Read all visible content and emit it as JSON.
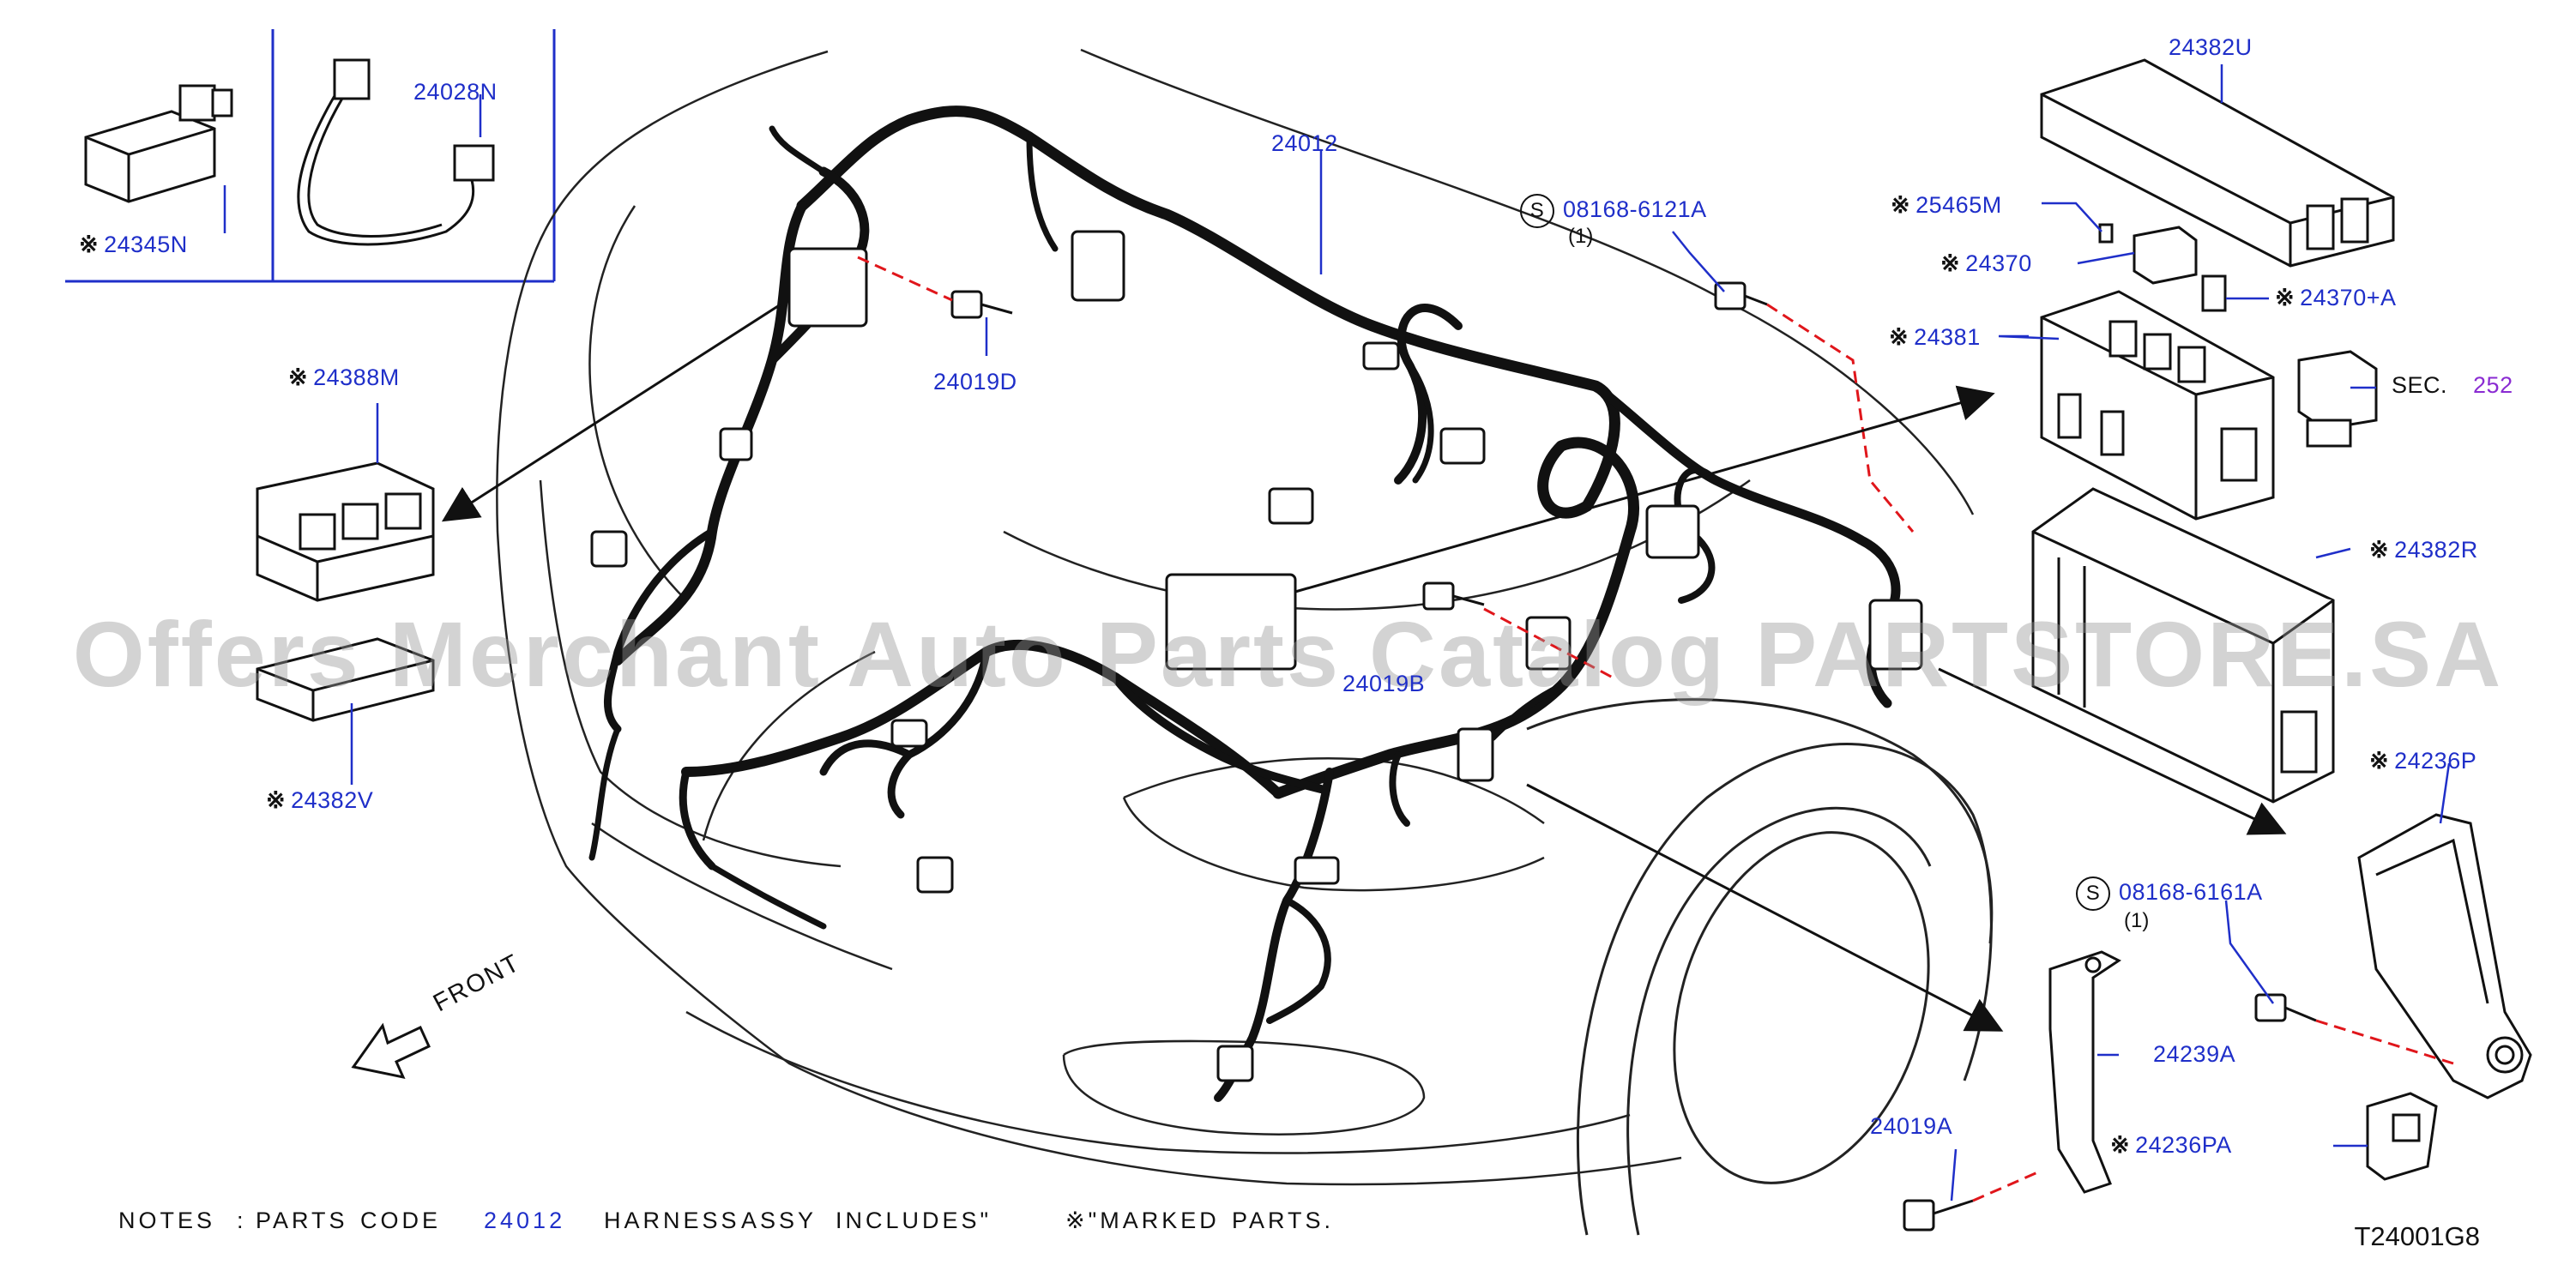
{
  "parts": {
    "p24345N": "24345N",
    "p24028N": "24028N",
    "p24388M": "24388M",
    "p24382V": "24382V",
    "p24012": "24012",
    "p24019D": "24019D",
    "p24019B": "24019B",
    "p08168_6121A": "08168-6121A",
    "p08168_6161A": "08168-6161A",
    "qty1": "(1)",
    "qty2": "(1)",
    "p24382U": "24382U",
    "p25465M": "25465M",
    "p24370": "24370",
    "p24370A": "24370+A",
    "p24381": "24381",
    "sec_label": "SEC.",
    "sec_num": "252",
    "p24382R": "24382R",
    "p24236P": "24236P",
    "p24239A": "24239A",
    "p24019A": "24019A",
    "p24236PA": "24236PA"
  },
  "symbols": {
    "marked": "※",
    "s_circle": "S"
  },
  "front_label": "FRONT",
  "notes": {
    "n1": "NOTES",
    "n2": ":",
    "n3": "PARTS",
    "n4": "CODE",
    "n5": "24012",
    "n6": "HARNESS",
    "n7": "ASSY",
    "n8": "INCLUDES\"",
    "n9": "※\"MARKED",
    "n10": "PARTS."
  },
  "figure_code": "T24001G8",
  "watermark": "Offers Merchant Auto Parts Catalog PARTSTORE.SA",
  "colors": {
    "part_number_text": "#1f2fc9",
    "line_art": "#111111",
    "leader_dash": "#e0161b",
    "sec_link": "#8a2bd2",
    "watermark": "#969696"
  }
}
